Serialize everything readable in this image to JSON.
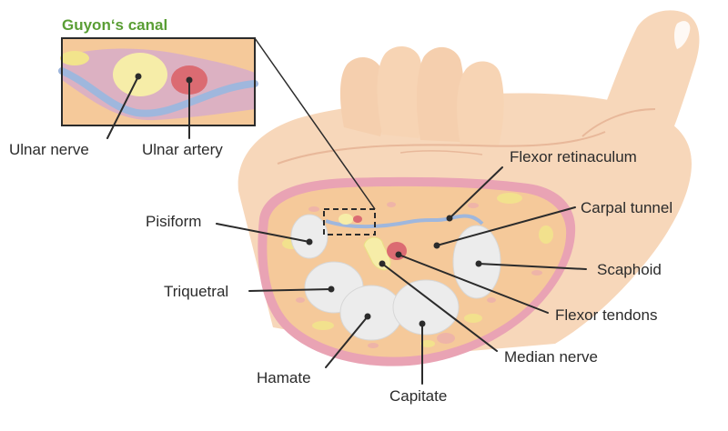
{
  "title": {
    "text": "Guyon‘s canal",
    "color": "#5a9e35"
  },
  "labels": {
    "ulnar_nerve": "Ulnar nerve",
    "ulnar_artery": "Ulnar artery",
    "pisiform": "Pisiform",
    "triquetral": "Triquetral",
    "hamate": "Hamate",
    "capitate": "Capitate",
    "flexor_retinaculum": "Flexor retinaculum",
    "carpal_tunnel": "Carpal tunnel",
    "scaphoid": "Scaphoid",
    "flexor_tendons": "Flexor tendons",
    "median_nerve": "Median nerve"
  },
  "colors": {
    "skin": "#f7d7ba",
    "skin_crease": "#e8b89a",
    "section_fill": "#f5c99a",
    "section_rim": "#e9a3b4",
    "bone": "#ececec",
    "nerve": "#f6eda8",
    "artery": "#db6b72",
    "retinaculum": "#9fb7dd",
    "fat": "#f2e48c"
  }
}
